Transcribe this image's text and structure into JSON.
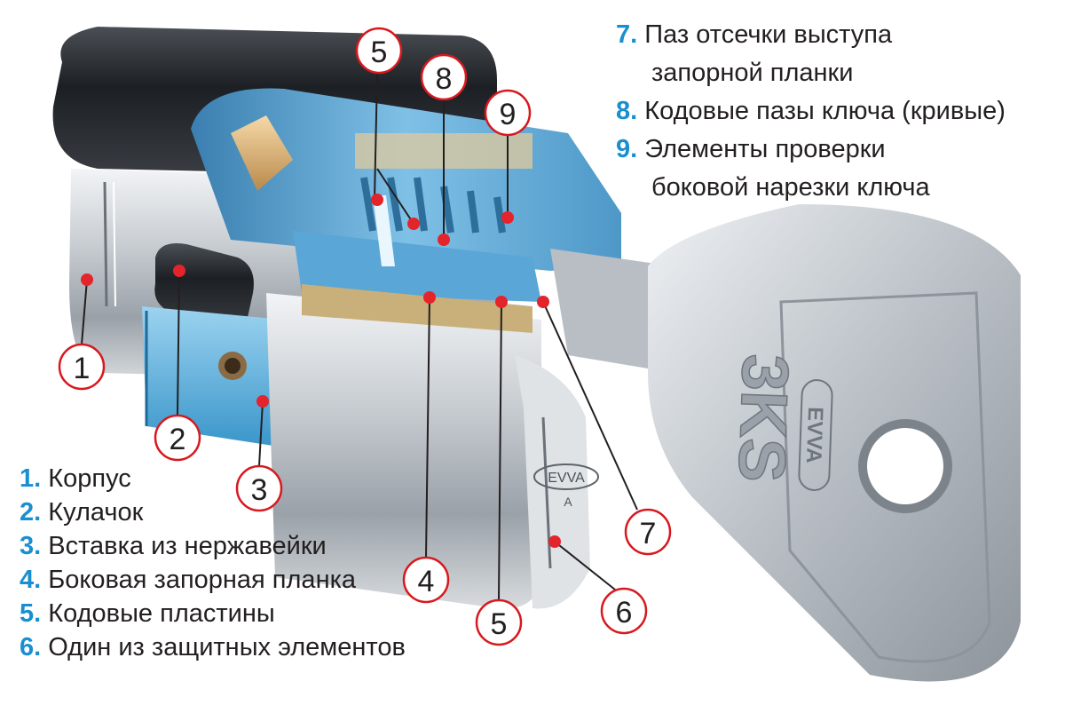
{
  "legend": {
    "items": [
      {
        "num": "1.",
        "label": "Корпус"
      },
      {
        "num": "2.",
        "label": "Кулачок"
      },
      {
        "num": "3.",
        "label": "Вставка из нержавейки"
      },
      {
        "num": "4.",
        "label": "Боковая запорная планка"
      },
      {
        "num": "5.",
        "label": "Кодовые пластины"
      },
      {
        "num": "6.",
        "label": "Один из защитных элементов"
      },
      {
        "num": "7.",
        "label": "Паз отсечки выступа",
        "label_cont": "запорной планки"
      },
      {
        "num": "8.",
        "label": "Кодовые пазы ключа (кривые)"
      },
      {
        "num": "9.",
        "label": "Элементы проверки",
        "label_cont": "боковой нарезки ключа"
      }
    ]
  },
  "callouts": {
    "c1": "1",
    "c2": "2",
    "c3": "3",
    "c4": "4",
    "c5_top": "5",
    "c5_bottom": "5",
    "c6": "6",
    "c7": "7",
    "c8": "8",
    "c9": "9"
  },
  "engravings": {
    "key_brand": "3KS",
    "key_maker": "EVVA",
    "cylinder_maker": "EVVA",
    "cylinder_letter": "A"
  },
  "colors": {
    "legend_number": "#1a8fd0",
    "callout_ring": "#d7191f",
    "marker_dot": "#e3242b",
    "text": "#231f20"
  }
}
